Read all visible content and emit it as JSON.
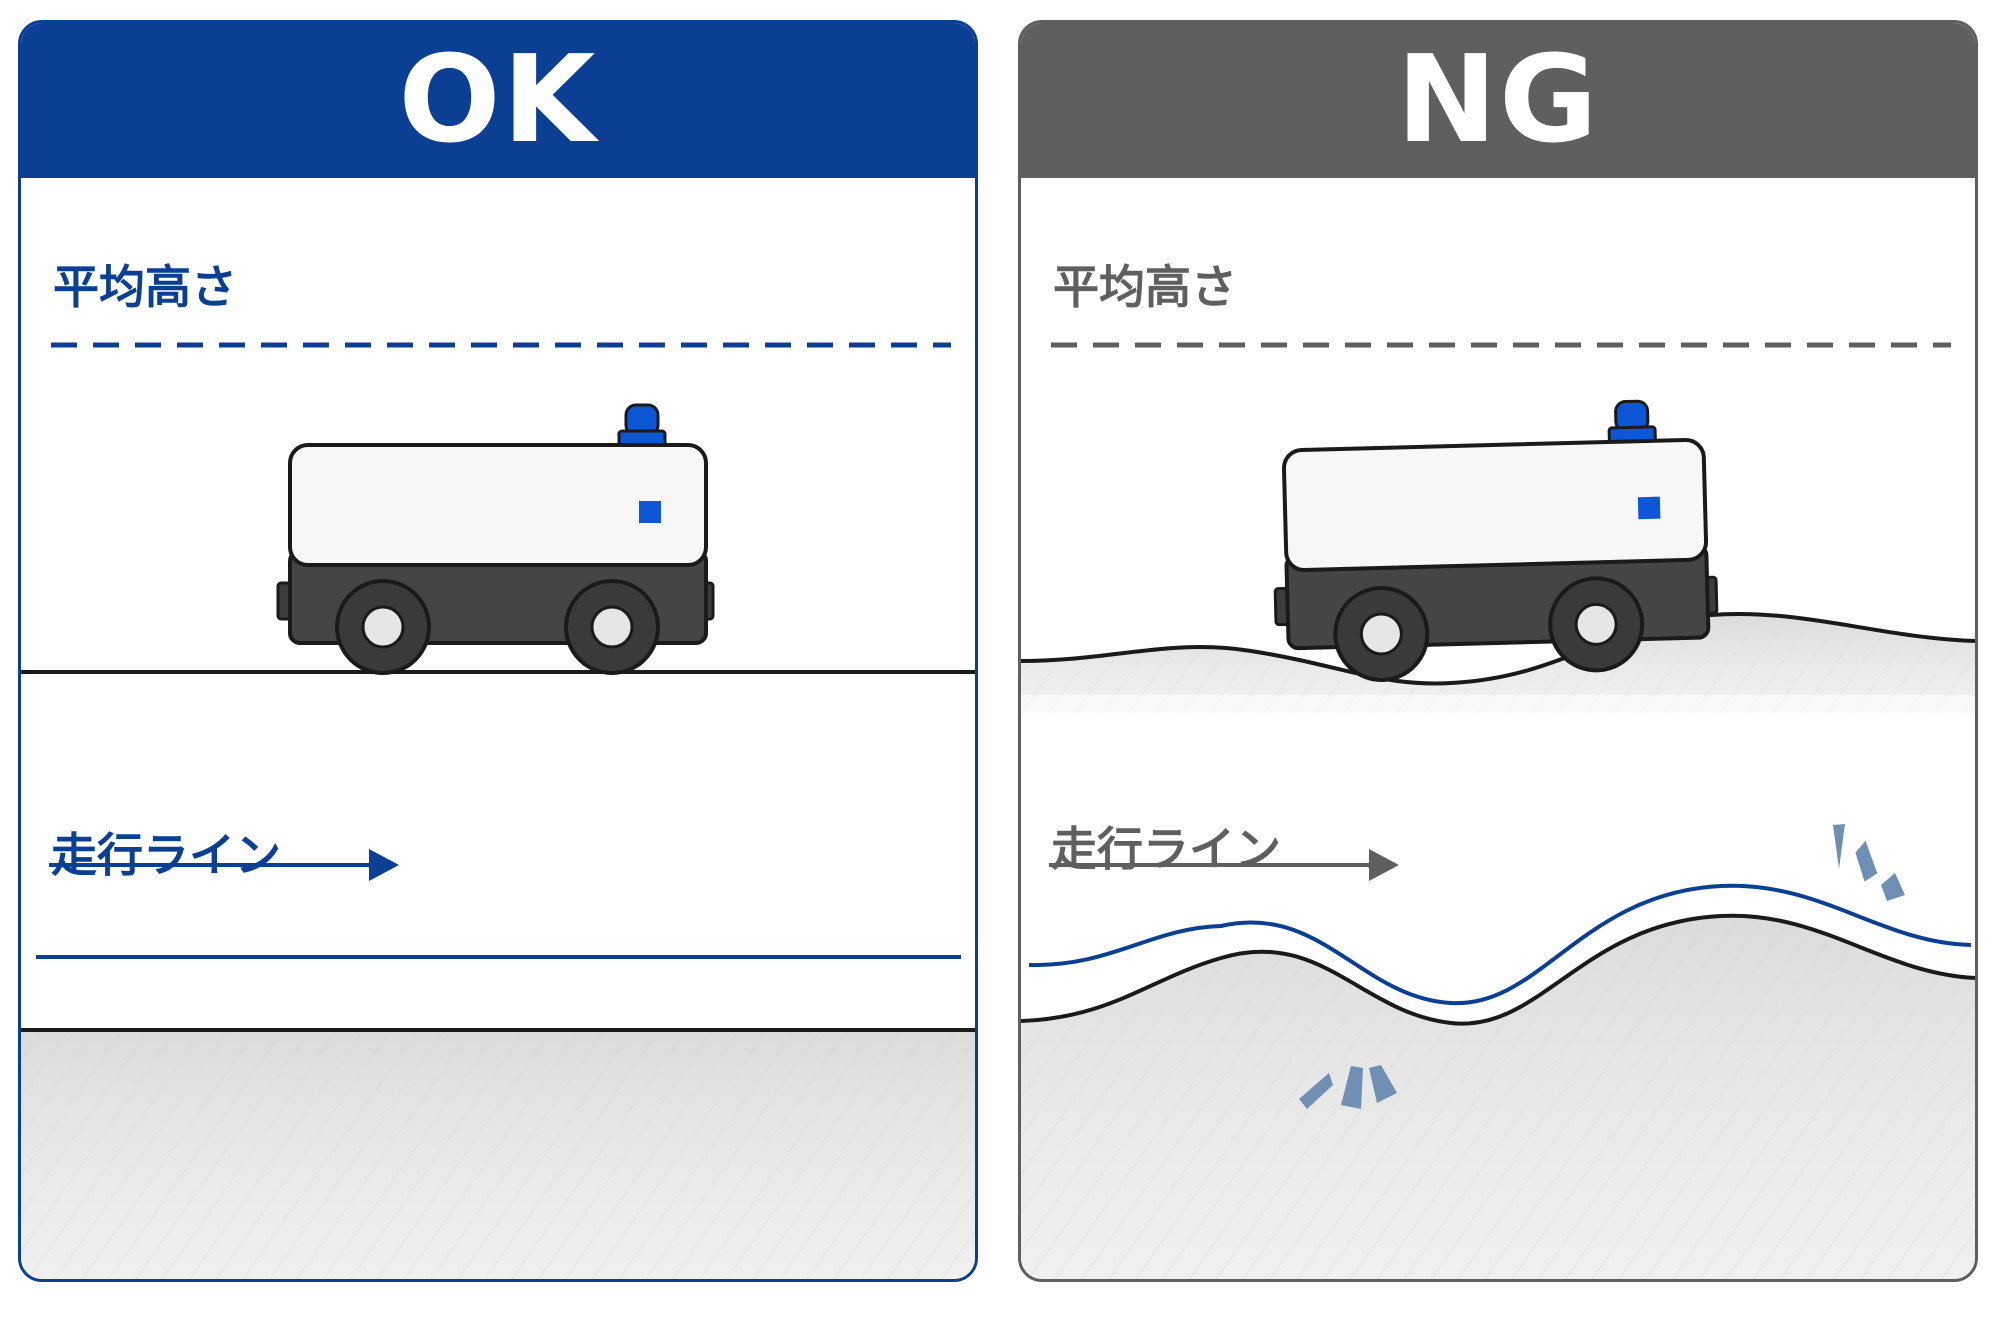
{
  "colors": {
    "ok_accent": "#0a3f94",
    "ng_accent": "#5f5f5f",
    "beacon": "#0d56d6",
    "impact": "#6f8fb5"
  },
  "panels": {
    "ok": {
      "title": "OK",
      "avg_height_label": "平均高さ",
      "travel_line_label": "走行ライン"
    },
    "ng": {
      "title": "NG",
      "avg_height_label": "平均高さ",
      "travel_line_label": "走行ライン"
    }
  }
}
